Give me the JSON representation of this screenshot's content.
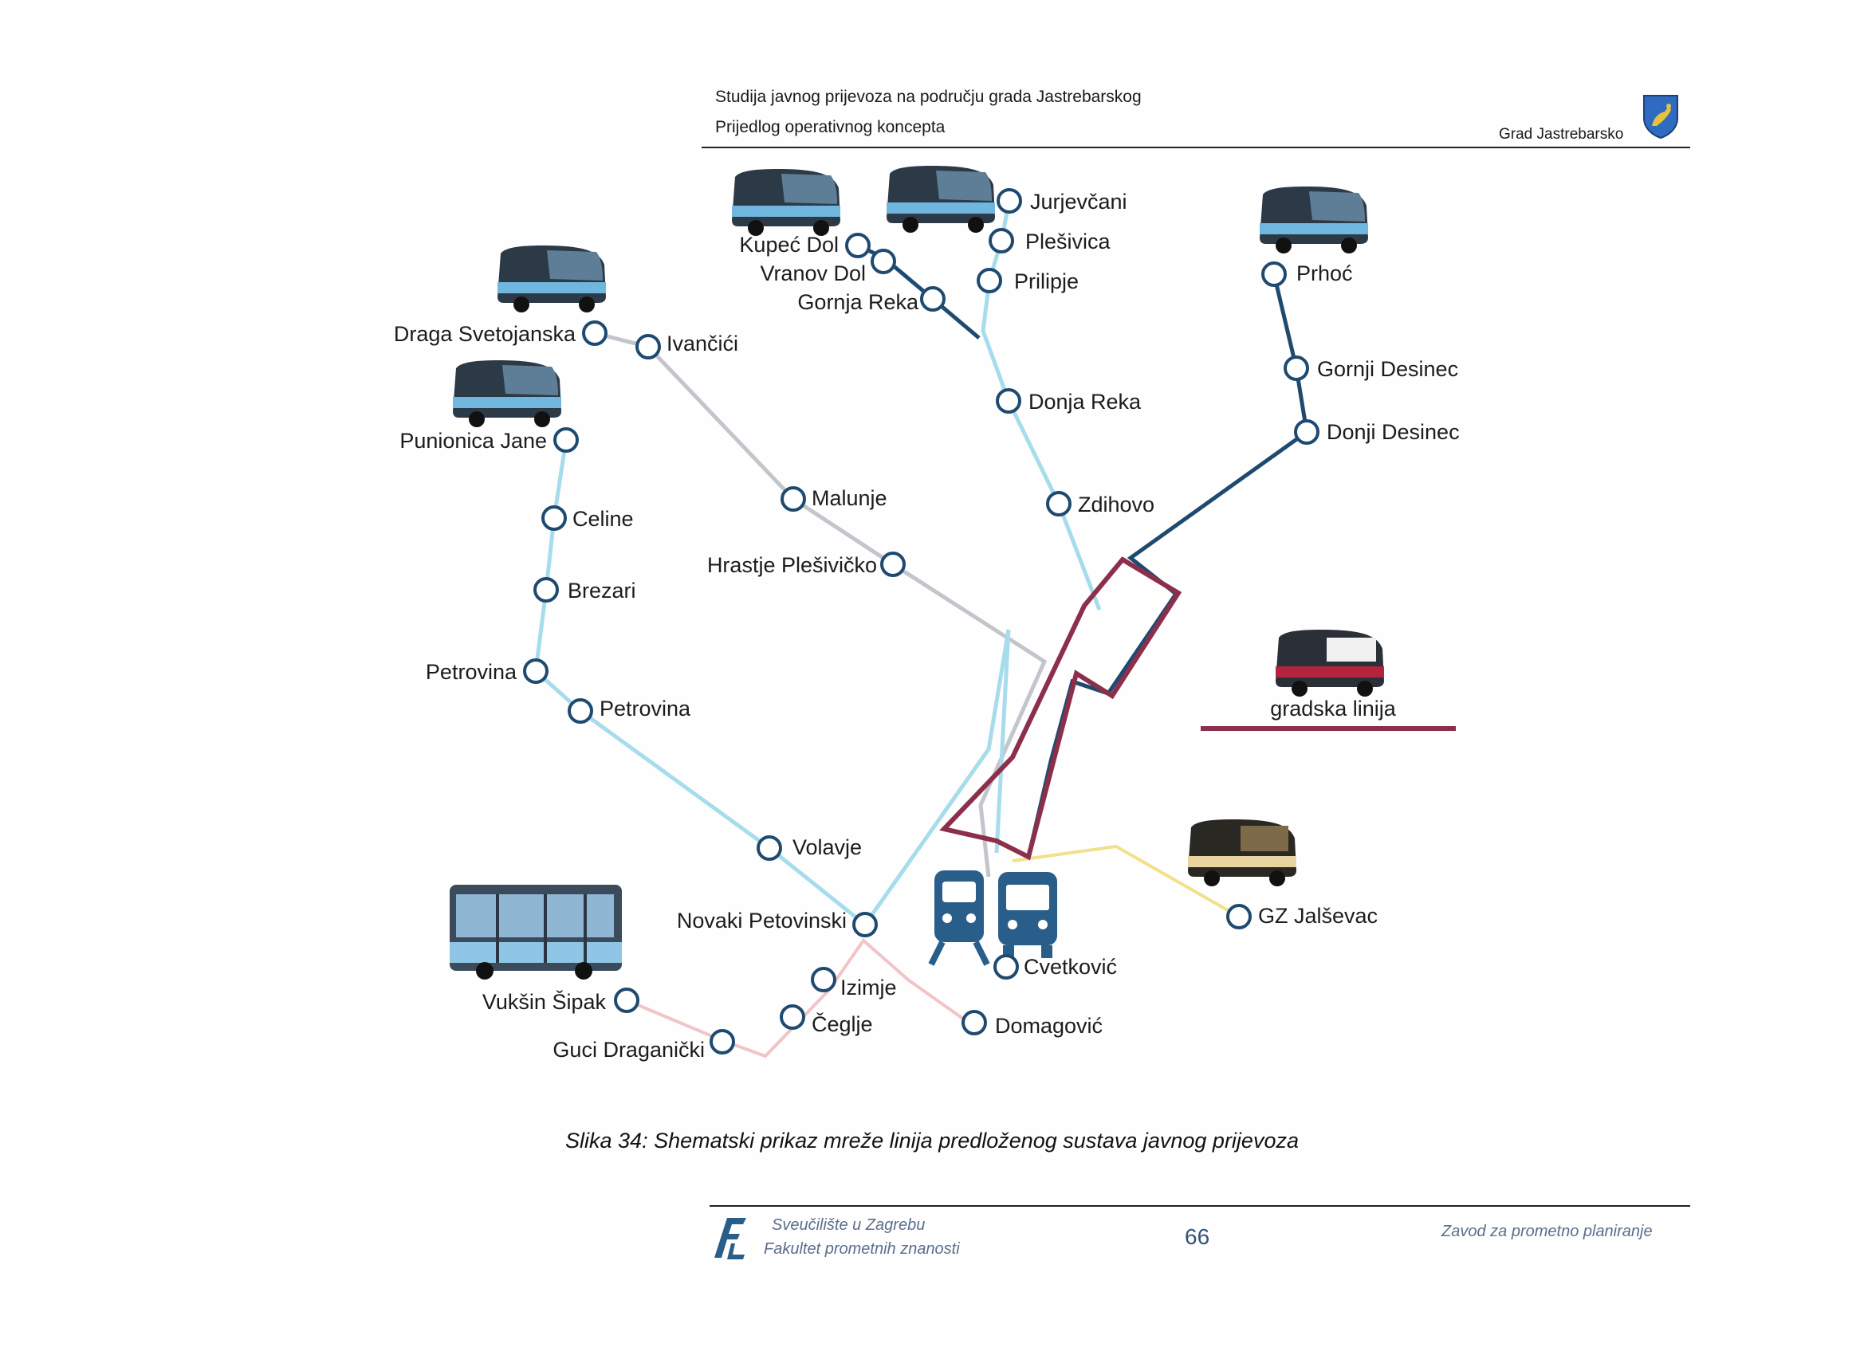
{
  "header": {
    "title": "Studija javnog prijevoza na području grada Jastrebarskog",
    "subtitle": "Prijedlog operativnog koncepta",
    "organization": "Grad Jastrebarsko"
  },
  "colors": {
    "stop_stroke": "#1f4a70",
    "line_dark_blue": "#1f4a70",
    "line_light_blue": "#a6dcec",
    "line_grey": "#c2c6cc",
    "line_pink": "#f1c4c8",
    "line_yellow": "#f2e08a",
    "line_city": "#8c2f4a",
    "hub_icon": "#2a5e8a"
  },
  "legend": {
    "city_line_label": "gradska linija"
  },
  "stops": {
    "jurjevcani": "Jurjevčani",
    "plesivica": "Plešivica",
    "prilipje": "Prilipje",
    "kupec_dol": "Kupeć Dol",
    "vranov_dol": "Vranov Dol",
    "gornja_reka": "Gornja Reka",
    "donja_reka": "Donja Reka",
    "zdihovo": "Zdihovo",
    "prhoc": "Prhoć",
    "gornji_desinec": "Gornji Desinec",
    "donji_desinec": "Donji Desinec",
    "draga_svetojanska": "Draga Svetojanska",
    "ivancici": "Ivančići",
    "malunje": "Malunje",
    "hrastje_plesivicko": "Hrastje Plešivičko",
    "punionica_jane": "Punionica Jane",
    "celine": "Celine",
    "brezari": "Brezari",
    "petrovina_1": "Petrovina",
    "petrovina_2": "Petrovina",
    "volavje": "Volavje",
    "novaki_petovinski": "Novaki Petovinski",
    "izimje": "Izimje",
    "ceglje": "Čeglje",
    "vuksin_sipak": "Vukšin Šipak",
    "guci_draganicki": "Guci Draganički",
    "domagovic": "Domagović",
    "cvetkovic": "Cvetković",
    "gz_jalsevac": "GZ Jalševac"
  },
  "caption": "Slika 34: Shematski prikaz mreže linija predloženog sustava javnog prijevoza",
  "footer": {
    "university": "Sveučilište u Zagrebu",
    "faculty": "Fakultet prometnih znanosti",
    "page_number": "66",
    "institute": "Zavod za prometno planiranje"
  }
}
